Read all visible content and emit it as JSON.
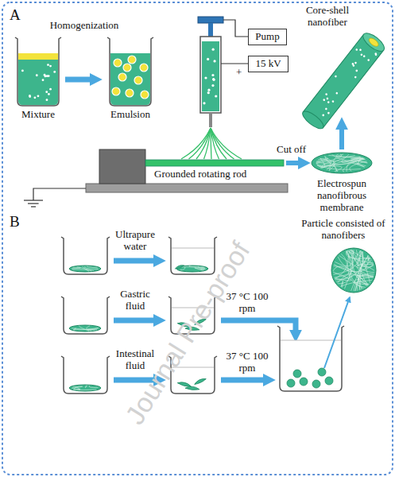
{
  "diagram": {
    "nodes": [
      {
        "text": [
          "Mixture"
        ]
      },
      {
        "text": [
          "Emulsion"
        ]
      },
      {
        "text": [
          "Pump"
        ]
      },
      {
        "text": [
          "15 kV"
        ]
      }
    ],
    "edges": [
      {
        "from": 0,
        "to": 1,
        "label": "Homogenization",
        "arrow": "to"
      }
    ],
    "labels": [
      "A",
      "Core-shell nanofiber",
      "+",
      "Grounded rotating rod",
      "Cut off",
      "Electrospun nanofibrous membrane",
      "B",
      "Ultrapure water",
      "Gastric fluid",
      "37 °C 100 rpm",
      "Intestinal fluid",
      "37 °C 100 rpm",
      "Particle consisted of nanofibers",
      "Journal Pre-proof"
    ]
  }
}
